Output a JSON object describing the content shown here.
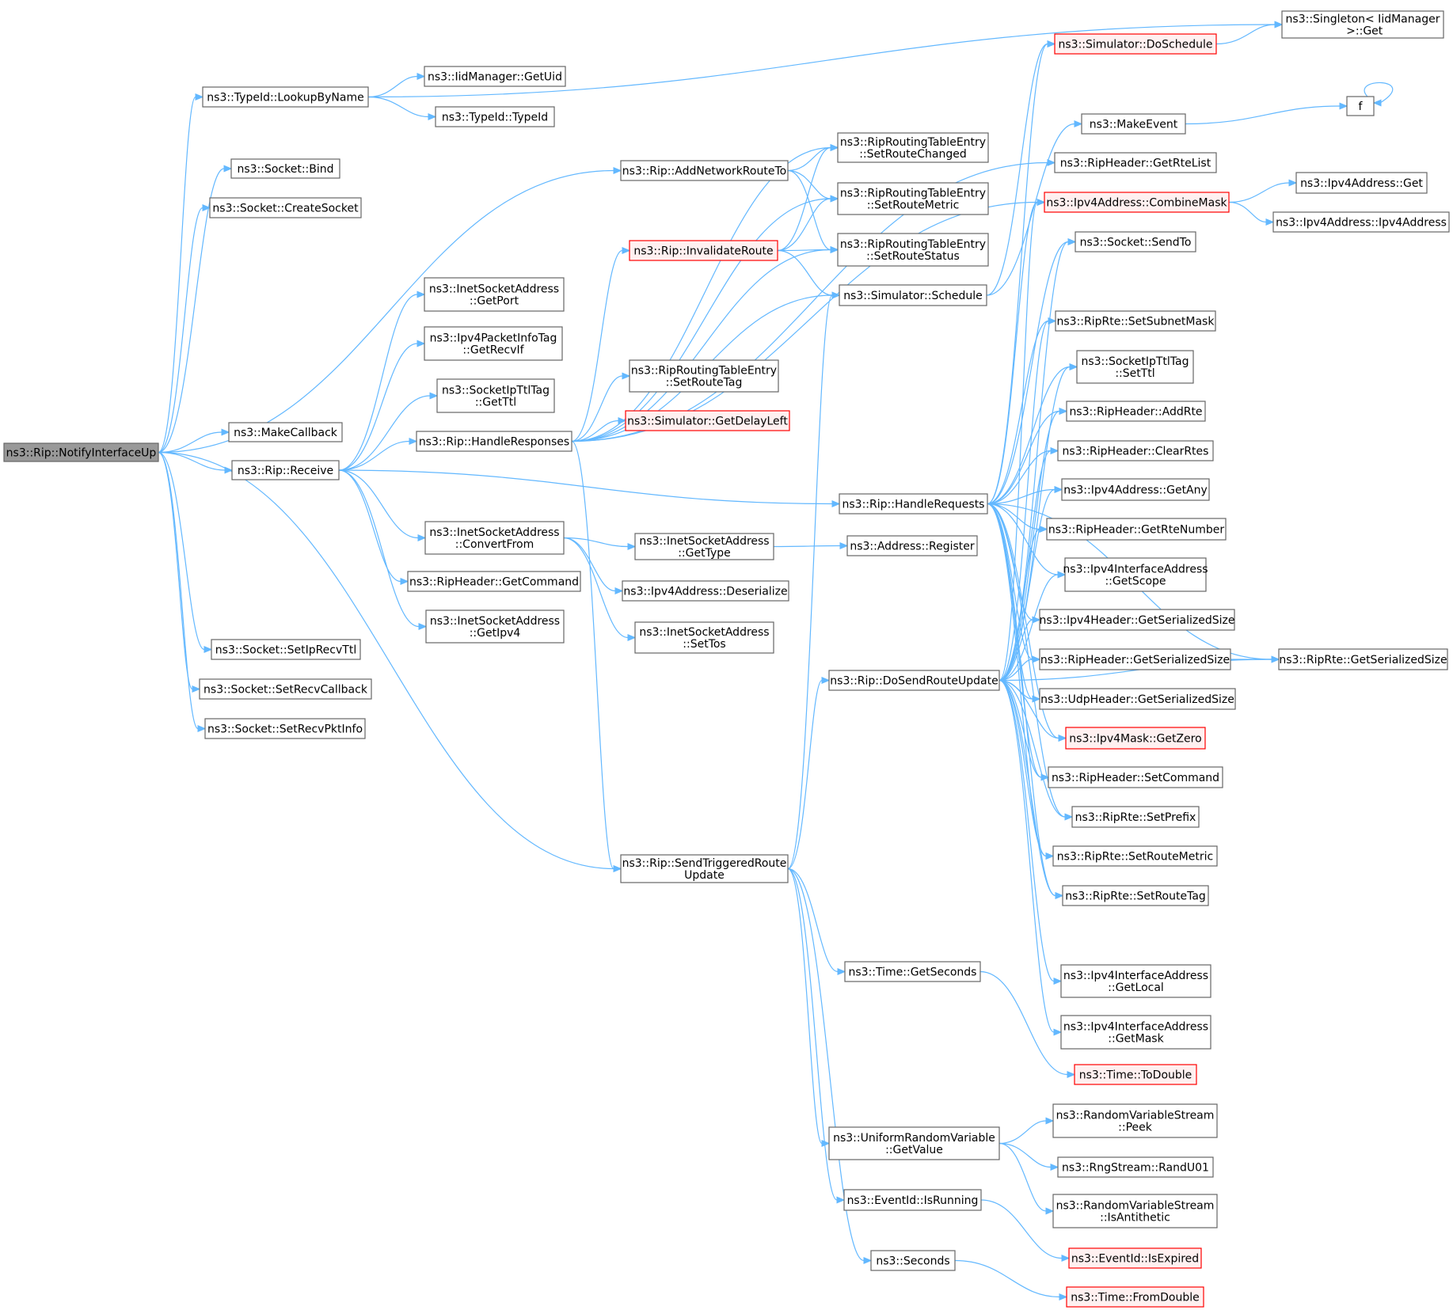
{
  "colors": {
    "edge": "#63b8ff",
    "node_border": "#666666",
    "node_fill": "#ffffff",
    "root_fill": "#999999",
    "root_border": "#666666",
    "truncated_border": "#ff0000",
    "truncated_fill": "#fff0f0"
  },
  "nodes": [
    {
      "id": "n0",
      "lines": [
        "ns3::Rip::NotifyInterfaceUp"
      ],
      "kind": "root"
    },
    {
      "id": "n1",
      "lines": [
        "ns3::TypeId::LookupByName"
      ],
      "kind": "normal"
    },
    {
      "id": "n2",
      "lines": [
        "ns3::Socket::Bind"
      ],
      "kind": "normal"
    },
    {
      "id": "n3",
      "lines": [
        "ns3::Socket::CreateSocket"
      ],
      "kind": "normal"
    },
    {
      "id": "n4",
      "lines": [
        "ns3::MakeCallback"
      ],
      "kind": "normal"
    },
    {
      "id": "n5",
      "lines": [
        "ns3::Rip::Receive"
      ],
      "kind": "normal"
    },
    {
      "id": "n6",
      "lines": [
        "ns3::Socket::SetIpRecvTtl"
      ],
      "kind": "normal"
    },
    {
      "id": "n7",
      "lines": [
        "ns3::Socket::SetRecvCallback"
      ],
      "kind": "normal"
    },
    {
      "id": "n8",
      "lines": [
        "ns3::Socket::SetRecvPktInfo"
      ],
      "kind": "normal"
    },
    {
      "id": "n9",
      "lines": [
        "ns3::Rip::AddNetworkRouteTo"
      ],
      "kind": "normal"
    },
    {
      "id": "n10",
      "lines": [
        "ns3::Rip::SendTriggeredRoute",
        "Update"
      ],
      "kind": "normal"
    },
    {
      "id": "n11",
      "lines": [
        "ns3::Singleton< IidManager",
        " >::Get"
      ],
      "kind": "normal"
    },
    {
      "id": "n12",
      "lines": [
        "ns3::IidManager::GetUid"
      ],
      "kind": "normal"
    },
    {
      "id": "n13",
      "lines": [
        "ns3::TypeId::TypeId"
      ],
      "kind": "normal"
    },
    {
      "id": "n14",
      "lines": [
        "ns3::InetSocketAddress",
        "::GetPort"
      ],
      "kind": "normal"
    },
    {
      "id": "n15",
      "lines": [
        "ns3::Ipv4PacketInfoTag",
        "::GetRecvIf"
      ],
      "kind": "normal"
    },
    {
      "id": "n16",
      "lines": [
        "ns3::SocketIpTtlTag",
        "::GetTtl"
      ],
      "kind": "normal"
    },
    {
      "id": "n17",
      "lines": [
        "ns3::Rip::HandleResponses"
      ],
      "kind": "normal"
    },
    {
      "id": "n18",
      "lines": [
        "ns3::InetSocketAddress",
        "::ConvertFrom"
      ],
      "kind": "normal"
    },
    {
      "id": "n19",
      "lines": [
        "ns3::RipHeader::GetCommand"
      ],
      "kind": "normal"
    },
    {
      "id": "n20",
      "lines": [
        "ns3::InetSocketAddress",
        "::GetIpv4"
      ],
      "kind": "normal"
    },
    {
      "id": "n21",
      "lines": [
        "ns3::Rip::HandleRequests"
      ],
      "kind": "normal"
    },
    {
      "id": "n22",
      "lines": [
        "ns3::Rip::InvalidateRoute"
      ],
      "kind": "truncated"
    },
    {
      "id": "n23",
      "lines": [
        "ns3::RipRoutingTableEntry",
        "::SetRouteTag"
      ],
      "kind": "normal"
    },
    {
      "id": "n24",
      "lines": [
        "ns3::Simulator::GetDelayLeft"
      ],
      "kind": "truncated"
    },
    {
      "id": "n25",
      "lines": [
        "ns3::InetSocketAddress",
        "::GetType"
      ],
      "kind": "normal"
    },
    {
      "id": "n26",
      "lines": [
        "ns3::Ipv4Address::Deserialize"
      ],
      "kind": "normal"
    },
    {
      "id": "n27",
      "lines": [
        "ns3::InetSocketAddress",
        "::SetTos"
      ],
      "kind": "normal"
    },
    {
      "id": "n28",
      "lines": [
        "ns3::RipRoutingTableEntry",
        "::SetRouteChanged"
      ],
      "kind": "normal"
    },
    {
      "id": "n29",
      "lines": [
        "ns3::RipRoutingTableEntry",
        "::SetRouteMetric"
      ],
      "kind": "normal"
    },
    {
      "id": "n30",
      "lines": [
        "ns3::RipRoutingTableEntry",
        "::SetRouteStatus"
      ],
      "kind": "normal"
    },
    {
      "id": "n31",
      "lines": [
        "ns3::Simulator::Schedule"
      ],
      "kind": "normal"
    },
    {
      "id": "n32",
      "lines": [
        "ns3::Address::Register"
      ],
      "kind": "normal"
    },
    {
      "id": "n33",
      "lines": [
        "ns3::Rip::DoSendRouteUpdate"
      ],
      "kind": "normal"
    },
    {
      "id": "n34",
      "lines": [
        "ns3::Time::GetSeconds"
      ],
      "kind": "normal"
    },
    {
      "id": "n35",
      "lines": [
        "ns3::UniformRandomVariable",
        "::GetValue"
      ],
      "kind": "normal"
    },
    {
      "id": "n36",
      "lines": [
        "ns3::EventId::IsRunning"
      ],
      "kind": "normal"
    },
    {
      "id": "n37",
      "lines": [
        "ns3::Seconds"
      ],
      "kind": "normal"
    },
    {
      "id": "n38",
      "lines": [
        "ns3::Simulator::DoSchedule"
      ],
      "kind": "truncated"
    },
    {
      "id": "n39",
      "lines": [
        "ns3::MakeEvent"
      ],
      "kind": "normal"
    },
    {
      "id": "n40",
      "lines": [
        "ns3::RipHeader::GetRteList"
      ],
      "kind": "normal"
    },
    {
      "id": "n41",
      "lines": [
        "ns3::Ipv4Address::CombineMask"
      ],
      "kind": "truncated"
    },
    {
      "id": "n42",
      "lines": [
        "ns3::Socket::SendTo"
      ],
      "kind": "normal"
    },
    {
      "id": "n43",
      "lines": [
        "ns3::RipRte::SetSubnetMask"
      ],
      "kind": "normal"
    },
    {
      "id": "n44",
      "lines": [
        "ns3::SocketIpTtlTag",
        "::SetTtl"
      ],
      "kind": "normal"
    },
    {
      "id": "n45",
      "lines": [
        "ns3::RipHeader::AddRte"
      ],
      "kind": "normal"
    },
    {
      "id": "n46",
      "lines": [
        "ns3::RipHeader::ClearRtes"
      ],
      "kind": "normal"
    },
    {
      "id": "n47",
      "lines": [
        "ns3::Ipv4Address::GetAny"
      ],
      "kind": "normal"
    },
    {
      "id": "n48",
      "lines": [
        "ns3::RipHeader::GetRteNumber"
      ],
      "kind": "normal"
    },
    {
      "id": "n49",
      "lines": [
        "ns3::Ipv4InterfaceAddress",
        "::GetScope"
      ],
      "kind": "normal"
    },
    {
      "id": "n50",
      "lines": [
        "ns3::Ipv4Header::GetSerializedSize"
      ],
      "kind": "normal"
    },
    {
      "id": "n51",
      "lines": [
        "ns3::RipHeader::GetSerializedSize"
      ],
      "kind": "normal"
    },
    {
      "id": "n52",
      "lines": [
        "ns3::UdpHeader::GetSerializedSize"
      ],
      "kind": "normal"
    },
    {
      "id": "n53",
      "lines": [
        "ns3::Ipv4Mask::GetZero"
      ],
      "kind": "truncated"
    },
    {
      "id": "n54",
      "lines": [
        "ns3::RipHeader::SetCommand"
      ],
      "kind": "normal"
    },
    {
      "id": "n55",
      "lines": [
        "ns3::RipRte::SetPrefix"
      ],
      "kind": "normal"
    },
    {
      "id": "n56",
      "lines": [
        "ns3::RipRte::SetRouteMetric"
      ],
      "kind": "normal"
    },
    {
      "id": "n57",
      "lines": [
        "ns3::RipRte::SetRouteTag"
      ],
      "kind": "normal"
    },
    {
      "id": "n58",
      "lines": [
        "ns3::Ipv4InterfaceAddress",
        "::GetLocal"
      ],
      "kind": "normal"
    },
    {
      "id": "n59",
      "lines": [
        "ns3::Ipv4InterfaceAddress",
        "::GetMask"
      ],
      "kind": "normal"
    },
    {
      "id": "n60",
      "lines": [
        "ns3::Time::ToDouble"
      ],
      "kind": "truncated"
    },
    {
      "id": "n61",
      "lines": [
        "ns3::RandomVariableStream",
        "::Peek"
      ],
      "kind": "normal"
    },
    {
      "id": "n62",
      "lines": [
        "ns3::RngStream::RandU01"
      ],
      "kind": "normal"
    },
    {
      "id": "n63",
      "lines": [
        "ns3::RandomVariableStream",
        "::IsAntithetic"
      ],
      "kind": "normal"
    },
    {
      "id": "n64",
      "lines": [
        "ns3::EventId::IsExpired"
      ],
      "kind": "truncated"
    },
    {
      "id": "n65",
      "lines": [
        "ns3::Time::FromDouble"
      ],
      "kind": "truncated"
    },
    {
      "id": "n66",
      "lines": [
        "f"
      ],
      "kind": "normal"
    },
    {
      "id": "n67",
      "lines": [
        "ns3::Ipv4Address::Get"
      ],
      "kind": "normal"
    },
    {
      "id": "n68",
      "lines": [
        "ns3::Ipv4Address::Ipv4Address"
      ],
      "kind": "normal"
    },
    {
      "id": "n69",
      "lines": [
        "ns3::RipRte::GetSerializedSize"
      ],
      "kind": "normal"
    }
  ],
  "edges": [
    [
      "n0",
      "n1"
    ],
    [
      "n0",
      "n2"
    ],
    [
      "n0",
      "n3"
    ],
    [
      "n0",
      "n4"
    ],
    [
      "n0",
      "n5"
    ],
    [
      "n0",
      "n6"
    ],
    [
      "n0",
      "n7"
    ],
    [
      "n0",
      "n8"
    ],
    [
      "n0",
      "n9"
    ],
    [
      "n0",
      "n10"
    ],
    [
      "n1",
      "n11"
    ],
    [
      "n1",
      "n12"
    ],
    [
      "n1",
      "n13"
    ],
    [
      "n5",
      "n14"
    ],
    [
      "n5",
      "n15"
    ],
    [
      "n5",
      "n16"
    ],
    [
      "n5",
      "n17"
    ],
    [
      "n5",
      "n18"
    ],
    [
      "n5",
      "n19"
    ],
    [
      "n5",
      "n20"
    ],
    [
      "n5",
      "n21"
    ],
    [
      "n9",
      "n28"
    ],
    [
      "n9",
      "n29"
    ],
    [
      "n9",
      "n30"
    ],
    [
      "n17",
      "n40"
    ],
    [
      "n17",
      "n28"
    ],
    [
      "n17",
      "n29"
    ],
    [
      "n17",
      "n22"
    ],
    [
      "n17",
      "n30"
    ],
    [
      "n17",
      "n31"
    ],
    [
      "n17",
      "n23"
    ],
    [
      "n17",
      "n24"
    ],
    [
      "n17",
      "n41"
    ],
    [
      "n17",
      "n10"
    ],
    [
      "n22",
      "n28"
    ],
    [
      "n22",
      "n29"
    ],
    [
      "n22",
      "n30"
    ],
    [
      "n22",
      "n31"
    ],
    [
      "n18",
      "n25"
    ],
    [
      "n18",
      "n26"
    ],
    [
      "n18",
      "n27"
    ],
    [
      "n25",
      "n32"
    ],
    [
      "n31",
      "n38"
    ],
    [
      "n31",
      "n39"
    ],
    [
      "n38",
      "n11"
    ],
    [
      "n39",
      "n66"
    ],
    [
      "n66",
      "n66"
    ],
    [
      "n41",
      "n67"
    ],
    [
      "n41",
      "n68"
    ],
    [
      "n21",
      "n38"
    ],
    [
      "n21",
      "n41"
    ],
    [
      "n21",
      "n42"
    ],
    [
      "n21",
      "n43"
    ],
    [
      "n21",
      "n44"
    ],
    [
      "n21",
      "n45"
    ],
    [
      "n21",
      "n46"
    ],
    [
      "n21",
      "n47"
    ],
    [
      "n21",
      "n48"
    ],
    [
      "n21",
      "n49"
    ],
    [
      "n21",
      "n50"
    ],
    [
      "n21",
      "n51"
    ],
    [
      "n21",
      "n52"
    ],
    [
      "n21",
      "n53"
    ],
    [
      "n21",
      "n54"
    ],
    [
      "n21",
      "n55"
    ],
    [
      "n21",
      "n56"
    ],
    [
      "n21",
      "n57"
    ],
    [
      "n21",
      "n69"
    ],
    [
      "n33",
      "n41"
    ],
    [
      "n33",
      "n42"
    ],
    [
      "n33",
      "n43"
    ],
    [
      "n33",
      "n44"
    ],
    [
      "n33",
      "n45"
    ],
    [
      "n33",
      "n46"
    ],
    [
      "n33",
      "n47"
    ],
    [
      "n33",
      "n48"
    ],
    [
      "n33",
      "n49"
    ],
    [
      "n33",
      "n50"
    ],
    [
      "n33",
      "n51"
    ],
    [
      "n33",
      "n52"
    ],
    [
      "n33",
      "n53"
    ],
    [
      "n33",
      "n54"
    ],
    [
      "n33",
      "n55"
    ],
    [
      "n33",
      "n56"
    ],
    [
      "n33",
      "n57"
    ],
    [
      "n33",
      "n58"
    ],
    [
      "n33",
      "n59"
    ],
    [
      "n33",
      "n69"
    ],
    [
      "n51",
      "n69"
    ],
    [
      "n10",
      "n31"
    ],
    [
      "n10",
      "n33"
    ],
    [
      "n10",
      "n34"
    ],
    [
      "n10",
      "n35"
    ],
    [
      "n10",
      "n36"
    ],
    [
      "n10",
      "n37"
    ],
    [
      "n34",
      "n60"
    ],
    [
      "n35",
      "n61"
    ],
    [
      "n35",
      "n62"
    ],
    [
      "n35",
      "n63"
    ],
    [
      "n36",
      "n64"
    ],
    [
      "n37",
      "n65"
    ]
  ]
}
